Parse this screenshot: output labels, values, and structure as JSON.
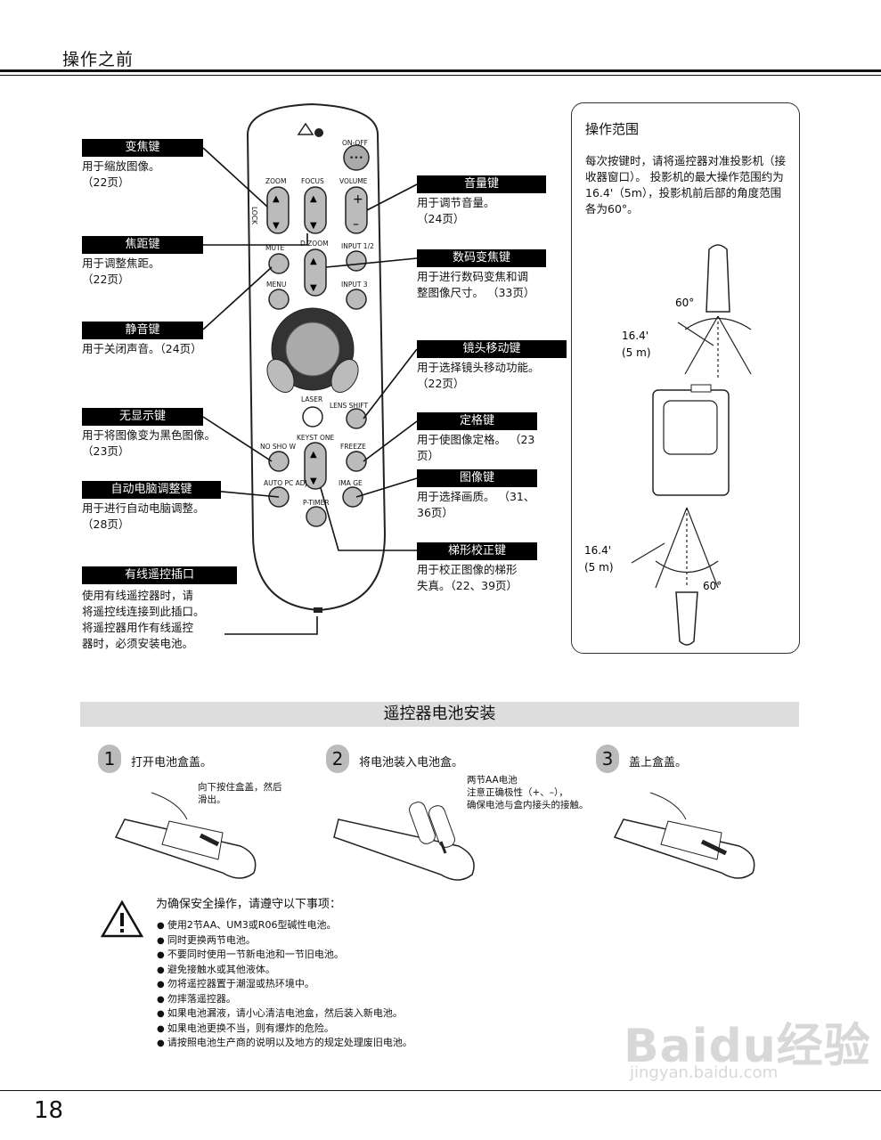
{
  "header": {
    "title": "操作之前"
  },
  "remote": {
    "on_off": "ON-OFF",
    "zoom": "ZOOM",
    "focus": "FOCUS",
    "volume": "VOLUME",
    "d_zoom": "D ZOOM",
    "input12": "INPUT 1/2",
    "menu": "MENU",
    "input3": "INPUT 3",
    "laser": "LASER",
    "lens_shift": "LENS SHIFT",
    "keystone": "KEYST ONE",
    "no_show": "NO SHO W",
    "freeze": "FREEZE",
    "auto_pc": "AUTO PC ADJ",
    "image": "IMA GE",
    "p_timer": "P-TIMER",
    "mute": "MUTE",
    "lock": "LOCK"
  },
  "callouts": [
    {
      "label": "变焦键",
      "desc": "用于缩放图像。\n（22页）"
    },
    {
      "label": "焦距键",
      "desc": "用于调整焦距。\n（22页）"
    },
    {
      "label": "静音键",
      "desc": "用于关闭声音。（24页）"
    },
    {
      "label": "无显示键",
      "desc": "用于将图像变为黑色图像。\n（23页）"
    },
    {
      "label": "自动电脑调整键",
      "desc": "用于进行自动电脑调整。\n（28页）"
    },
    {
      "label": "有线遥控插口",
      "desc": "使用有线遥控器时，请\n将遥控线连接到此插口。\n将遥控器用作有线遥控\n器时，必须安装电池。"
    },
    {
      "label": "音量键",
      "desc": "用于调节音量。\n（24页）"
    },
    {
      "label": "数码变焦键",
      "desc": "用于进行数码变焦和调\n整图像尺寸。  （33页）"
    },
    {
      "label": "镜头移动键",
      "desc": "用于选择镜头移动功能。\n（22页）"
    },
    {
      "label": "定格键",
      "desc": "用于使图像定格。   （23\n页）"
    },
    {
      "label": "图像键",
      "desc": "用于选择画质。   （31、\n36页）"
    },
    {
      "label": "梯形校正键",
      "desc": "用于校正图像的梯形\n失真。（22、39页）"
    }
  ],
  "range": {
    "title": "操作范围",
    "desc": "每次按键时，请将遥控器对准投影机（接收器窗口）。 投影机的最大操作范围约为16.4'（5m），投影机前后部的角度范围各为60°。",
    "angle": "60°",
    "distance_ft": "16.4'",
    "distance_m": "(5 m)"
  },
  "battery": {
    "title": "遥控器电池安装",
    "steps": [
      {
        "num": "1",
        "text": "打开电池盒盖。",
        "note": "向下按住盒盖，然后\n滑出。"
      },
      {
        "num": "2",
        "text": "将电池装入电池盒。",
        "note": "两节AA电池\n注意正确极性（+、–），\n确保电池与盒内接头的接触。"
      },
      {
        "num": "3",
        "text": "盖上盒盖。",
        "note": ""
      }
    ]
  },
  "warnings": {
    "title": "为确保安全操作，请遵守以下事项：",
    "items": [
      "使用2节AA、UM3或R06型碱性电池。",
      "同时更换两节电池。",
      "不要同时使用一节新电池和一节旧电池。",
      "避免接触水或其他液体。",
      "勿将遥控器置于潮湿或热环境中。",
      "勿摔落遥控器。",
      "如果电池漏液，请小心清洁电池盒，然后装入新电池。",
      "如果电池更换不当，则有爆炸的危险。",
      "请按照电池生产商的说明以及地方的规定处理废旧电池。"
    ]
  },
  "footer": {
    "page_number": "18"
  },
  "watermark": {
    "brand": "Baidu经验",
    "url": "jingyan.baidu.com"
  }
}
